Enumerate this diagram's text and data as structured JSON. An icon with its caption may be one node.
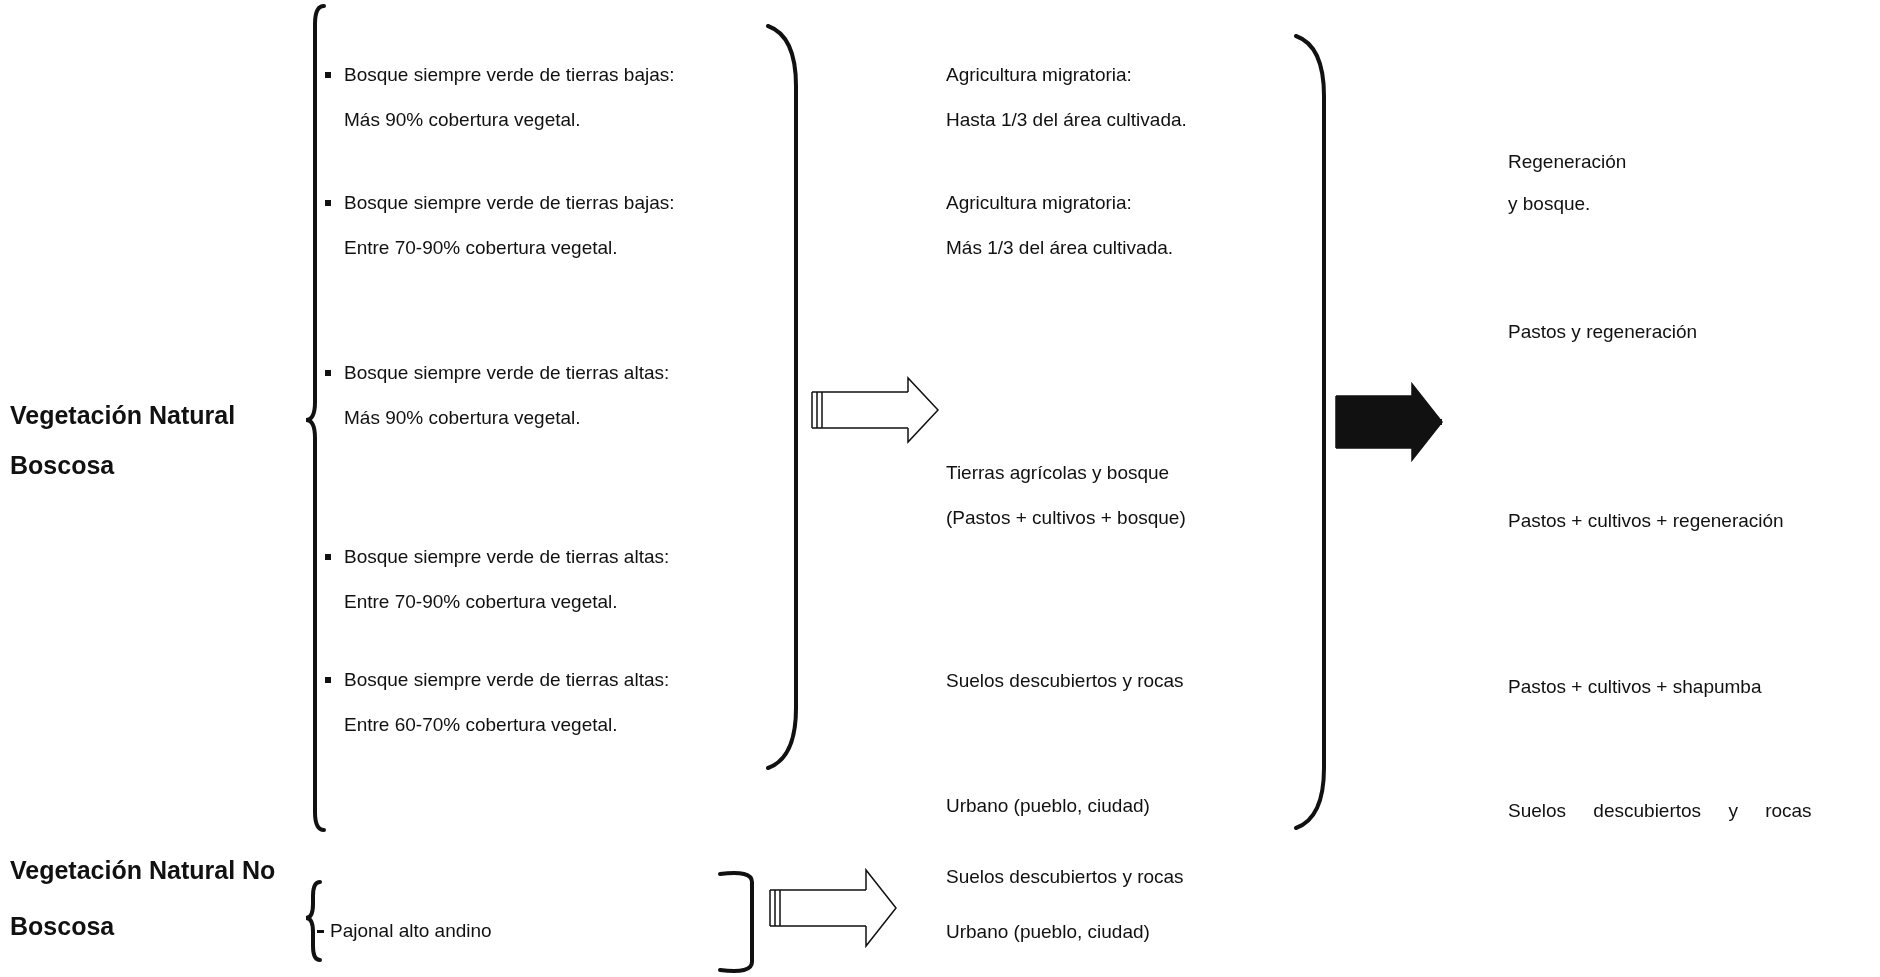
{
  "diagram": {
    "nodes": [
      {
        "text": [
          "Vegetación Natural Boscosa"
        ]
      },
      {
        "text": [],
        "shape": "bracket"
      },
      {
        "text": [
          "Bosque siempre verde de tierras bajas:",
          "Más 90% cobertura vegetal."
        ],
        "in": 1
      },
      {
        "text": [
          "Bosque siempre verde de tierras bajas:",
          "Entre 70-90% cobertura vegetal."
        ],
        "in": 1
      },
      {
        "text": [
          "Bosque siempre verde de tierras altas:",
          "Más 90% cobertura vegetal."
        ],
        "in": 1
      },
      {
        "text": [
          "Bosque siempre verde de tierras altas:",
          "Entre 70-90% cobertura vegetal."
        ],
        "in": 1
      },
      {
        "text": [
          "Bosque siempre verde de tierras altas:",
          "Entre 60-70% cobertura vegetal."
        ],
        "in": 1
      },
      {
        "text": [],
        "shape": "bracket"
      },
      {
        "text": [
          "Agricultura migratoria:",
          "Hasta 1/3 del área cultivada."
        ],
        "in": 7
      },
      {
        "text": [
          "Agricultura migratoria:",
          "Más 1/3 del área cultivada."
        ],
        "in": 7
      },
      {
        "text": [
          "Tierras agrícolas y bosque",
          "(Pastos + cultivos + bosque)"
        ],
        "in": 7
      },
      {
        "text": [
          "Suelos descubiertos y rocas"
        ],
        "in": 7
      },
      {
        "text": [
          "Urbano (pueblo, ciudad)"
        ],
        "in": 7
      },
      {
        "text": [
          "Regeneración y bosque."
        ]
      },
      {
        "text": [
          "Pastos y regeneración"
        ]
      },
      {
        "text": [
          "Pastos + cultivos + regeneración"
        ]
      },
      {
        "text": [
          "Pastos + cultivos + shapumba"
        ]
      },
      {
        "text": [
          "Suelos descubiertos y rocas"
        ]
      },
      {
        "text": [
          "Vegetación Natural No Boscosa"
        ]
      },
      {
        "text": [],
        "shape": "bracket"
      },
      {
        "text": [
          "Pajonal alto andino"
        ],
        "in": 19
      },
      {
        "text": [
          "Suelos descubiertos y rocas"
        ]
      },
      {
        "text": [
          "Urbano (pueblo, ciudad)"
        ]
      }
    ],
    "edges": [
      {
        "from": 1,
        "to": 7,
        "arrow": "to"
      },
      {
        "from": 7,
        "to": null,
        "arrow": "to",
        "style": "thick"
      },
      {
        "from": 19,
        "to": 22,
        "arrow": "to"
      }
    ]
  }
}
